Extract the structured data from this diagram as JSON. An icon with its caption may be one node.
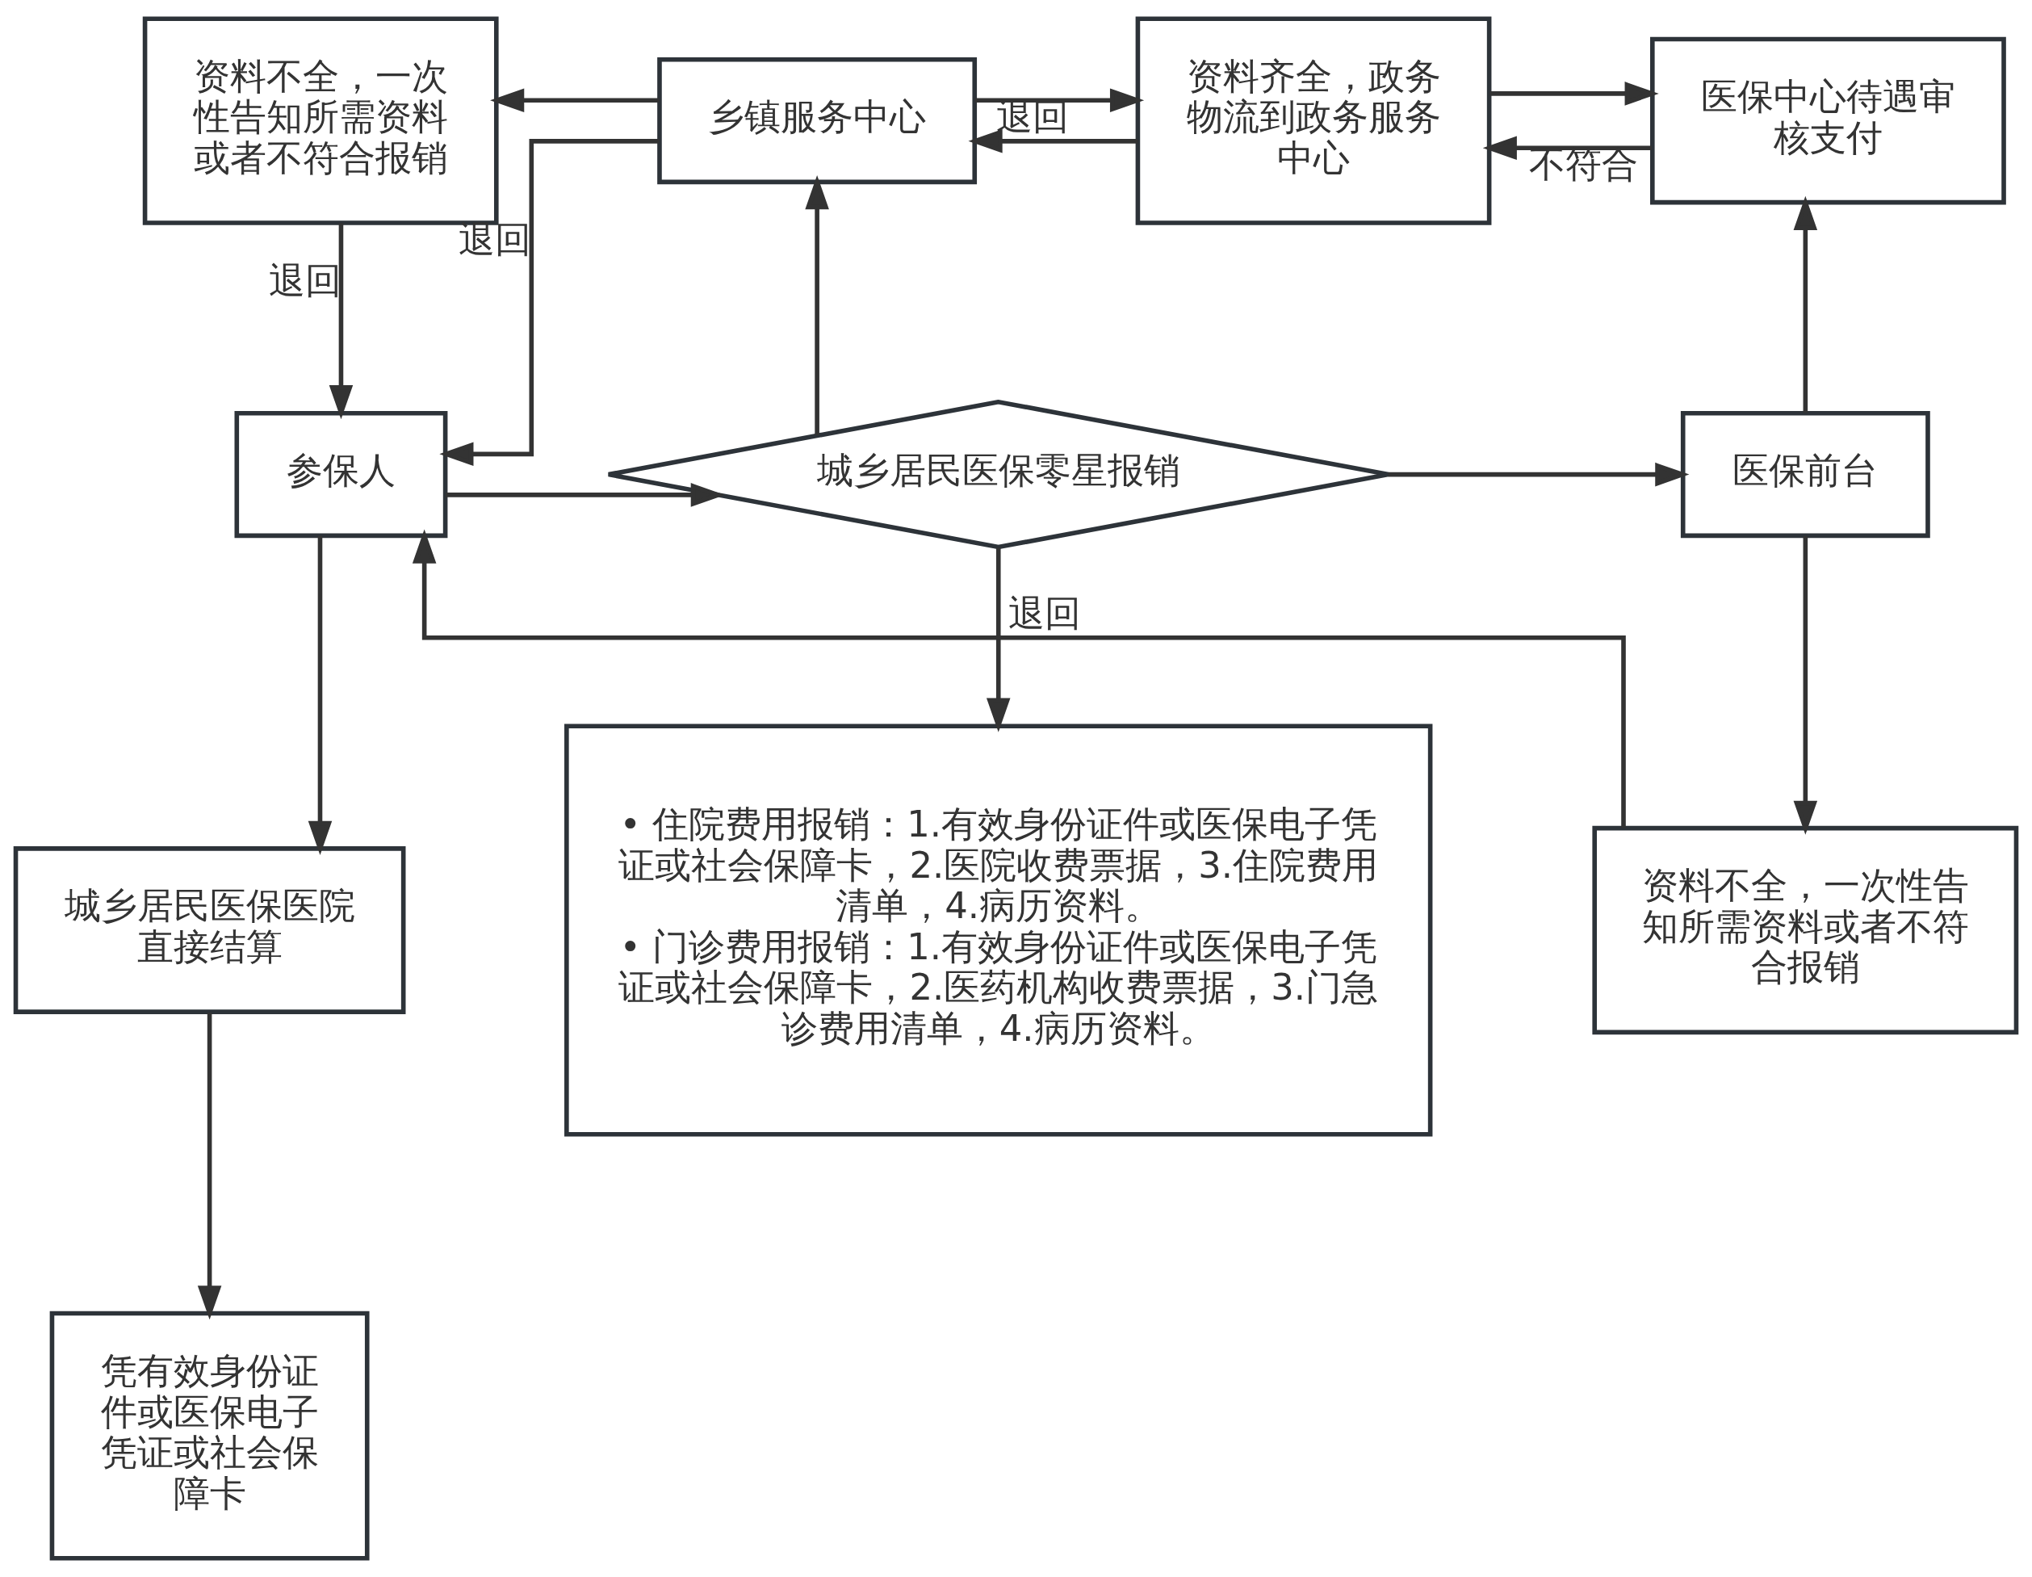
{
  "diagram": {
    "nodes": [
      {
        "text": [
          "资料不全，一次性告知所需资料或者不符合报销"
        ]
      },
      {
        "text": [
          "乡镇服务中心"
        ]
      },
      {
        "text": [
          "资料齐全，政务物流到政务服务中心"
        ]
      },
      {
        "text": [
          "医保中心待遇审核支付"
        ]
      },
      {
        "text": [
          "参保人"
        ]
      },
      {
        "text": [
          "城乡居民医保零星报销"
        ]
      },
      {
        "text": [
          "医保前台"
        ]
      },
      {
        "text": [
          "城乡居民医保医院直接结算"
        ]
      },
      {
        "text": [
          "• 住院费用报销：1.有效身份证件或医保电子凭证或社会保障卡，2.医院收费票据，3.住院费用清单，4.病历资料。",
          "• 门诊费用报销：1.有效身份证件或医保电子凭证或社会保障卡，2.医药机构收费票据，3.门急诊费用清单，4.病历资料。"
        ]
      },
      {
        "text": [
          "资料不全，一次性告知所需资料或者不符合报销"
        ]
      },
      {
        "text": [
          "凭有效身份证件或医保电子凭证或社会保障卡"
        ]
      }
    ],
    "edges": [
      {
        "from": 1,
        "to": 0,
        "arrow": "to"
      },
      {
        "from": 0,
        "to": 4,
        "arrow": "to",
        "label": "退回"
      },
      {
        "from": 1,
        "to": 4,
        "arrow": "to",
        "label": "退回"
      },
      {
        "from": 2,
        "to": 1,
        "arrow": "to",
        "label": "退回"
      },
      {
        "from": 1,
        "to": 2,
        "arrow": "to"
      },
      {
        "from": 3,
        "to": 2,
        "arrow": "to",
        "label": "不符合"
      },
      {
        "from": 2,
        "to": 3,
        "arrow": "to"
      },
      {
        "from": 4,
        "to": 5,
        "arrow": "to"
      },
      {
        "from": 5,
        "to": 1,
        "arrow": "to"
      },
      {
        "from": 5,
        "to": 6,
        "arrow": "to"
      },
      {
        "from": 6,
        "to": 3,
        "arrow": "to"
      },
      {
        "from": 5,
        "to": 8,
        "arrow": "to"
      },
      {
        "from": 4,
        "to": 7,
        "arrow": "to"
      },
      {
        "from": 7,
        "to": 10,
        "arrow": "to"
      },
      {
        "from": 6,
        "to": 9,
        "arrow": "to"
      },
      {
        "from": 9,
        "to": 4,
        "arrow": "to",
        "label": "退回"
      }
    ]
  }
}
